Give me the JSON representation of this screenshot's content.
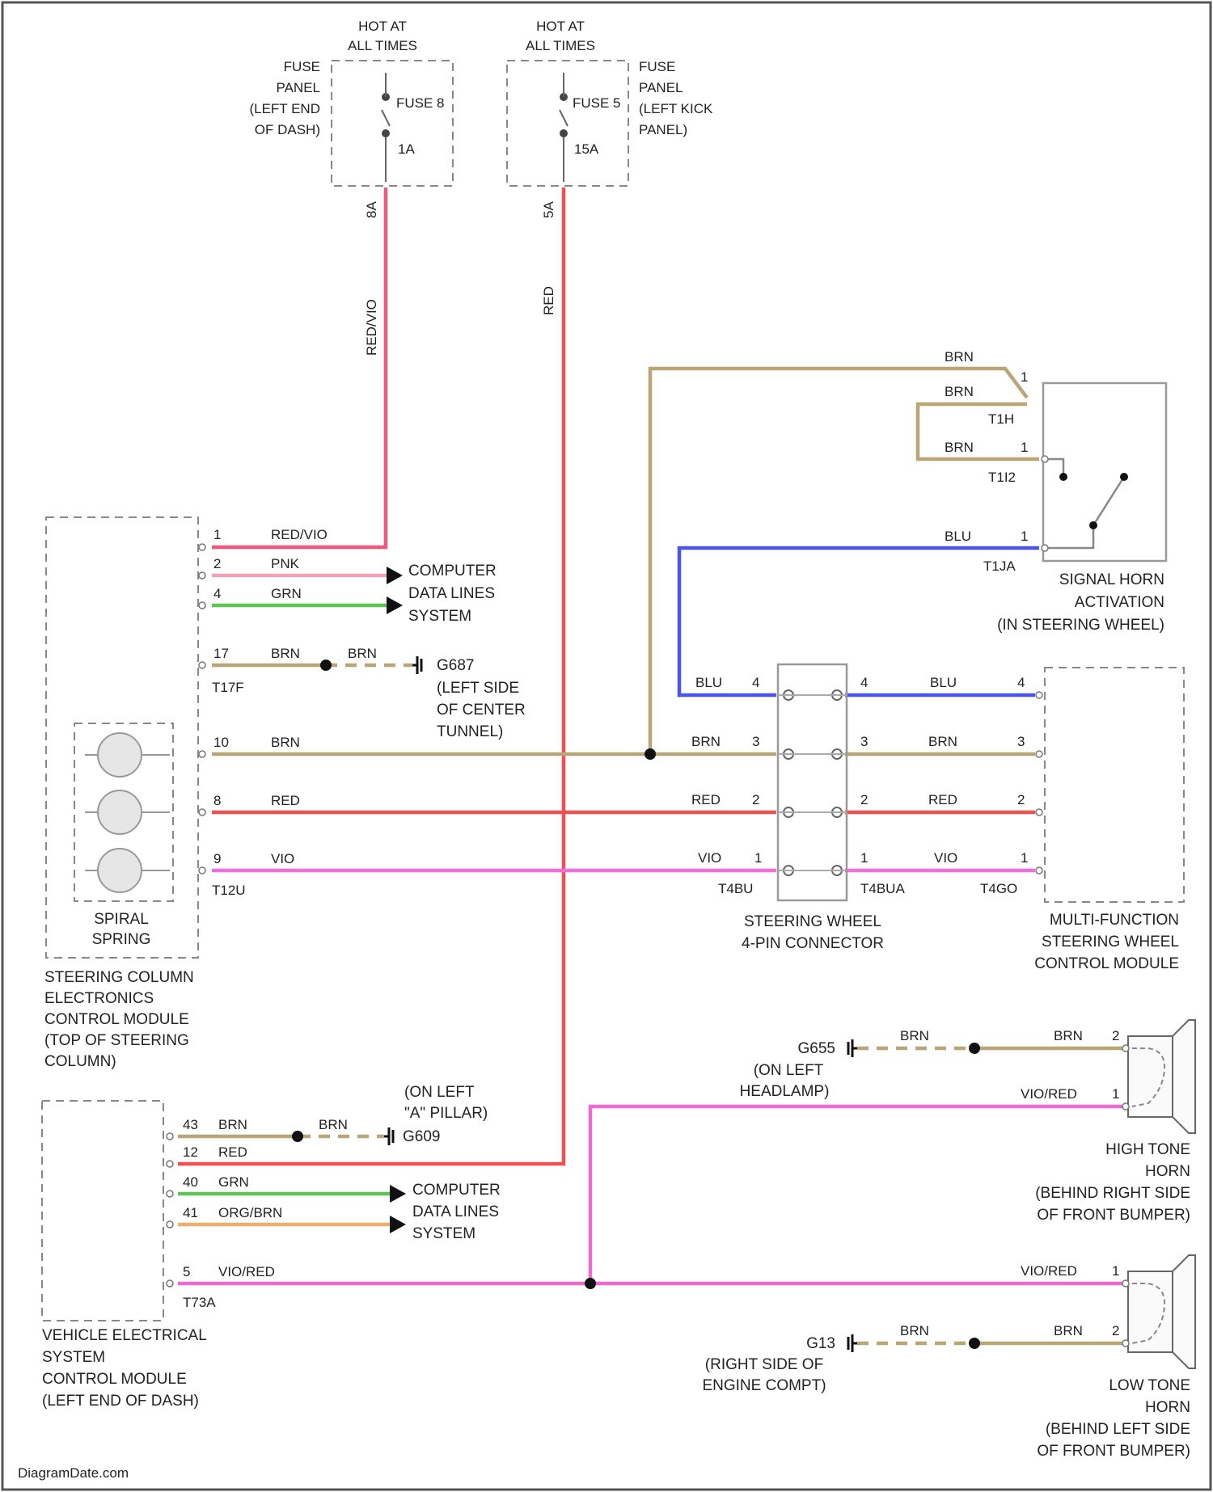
{
  "colors": {
    "red_vio": "#f2577e",
    "red": "#f25050",
    "pnk": "#f4a0b8",
    "grn": "#5cc650",
    "brn": "#b9a676",
    "blu": "#4a55e8",
    "vio": "#ef6fdc",
    "vio_red": "#ef69cf",
    "org_brn": "#f0ae6e",
    "frame": "#555555"
  },
  "fuse_a": {
    "hot": [
      "HOT AT",
      "ALL TIMES"
    ],
    "panel": [
      "FUSE",
      "PANEL",
      "(LEFT END",
      "OF DASH)"
    ],
    "name": "FUSE 8",
    "rating": "1A",
    "wire_pin": "8A",
    "wire_color": "RED/VIO"
  },
  "fuse_b": {
    "hot": [
      "HOT AT",
      "ALL TIMES"
    ],
    "panel": [
      "FUSE",
      "PANEL",
      "(LEFT KICK",
      "PANEL)"
    ],
    "name": "FUSE 5",
    "rating": "15A",
    "wire_pin": "5A",
    "wire_color": "RED"
  },
  "sccm": {
    "label": [
      "STEERING COLUMN",
      "ELECTRONICS",
      "CONTROL MODULE",
      "(TOP OF STEERING",
      "COLUMN)"
    ],
    "spiral_label": [
      "SPIRAL",
      "SPRING"
    ],
    "conn_top": "T17F",
    "conn_bottom": "T12U",
    "pins": [
      {
        "pin": "1",
        "color": "RED/VIO"
      },
      {
        "pin": "2",
        "color": "PNK"
      },
      {
        "pin": "4",
        "color": "GRN"
      },
      {
        "pin": "17",
        "color": "BRN"
      },
      {
        "pin": "10",
        "color": "BRN"
      },
      {
        "pin": "8",
        "color": "RED"
      },
      {
        "pin": "9",
        "color": "VIO"
      }
    ],
    "g_brn2": "BRN",
    "ground": "G687",
    "ground_loc": [
      "(LEFT SIDE",
      "OF CENTER",
      "TUNNEL)"
    ],
    "data_lines": [
      "COMPUTER",
      "DATA LINES",
      "SYSTEM"
    ]
  },
  "horn_switch": {
    "label": [
      "SIGNAL HORN",
      "ACTIVATION",
      "(IN STEERING WHEEL)"
    ],
    "wires": [
      {
        "color": "BRN",
        "pin": "1",
        "conn": "T1H"
      },
      {
        "color": "BRN",
        "pin": "",
        "conn": ""
      },
      {
        "color": "BRN",
        "pin": "1",
        "conn": "T1I2"
      },
      {
        "color": "BLU",
        "pin": "1",
        "conn": "T1JA"
      }
    ]
  },
  "sw_connector": {
    "label": [
      "STEERING WHEEL",
      "4-PIN CONNECTOR"
    ],
    "conn_left": "T4BU",
    "conn_right": "T4BUA",
    "rows": [
      {
        "left_color": "BLU",
        "left_pin": "4",
        "right_pin": "4",
        "right_color": "BLU",
        "mfsw_pin": "4"
      },
      {
        "left_color": "BRN",
        "left_pin": "3",
        "right_pin": "3",
        "right_color": "BRN",
        "mfsw_pin": "3"
      },
      {
        "left_color": "RED",
        "left_pin": "2",
        "right_pin": "2",
        "right_color": "RED",
        "mfsw_pin": "2"
      },
      {
        "left_color": "VIO",
        "left_pin": "1",
        "right_pin": "1",
        "right_color": "VIO",
        "mfsw_pin": "1"
      }
    ]
  },
  "mfsw": {
    "label": [
      "MULTI-FUNCTION",
      "STEERING WHEEL",
      "CONTROL MODULE"
    ],
    "conn": "T4GO"
  },
  "vesc": {
    "label": [
      "VEHICLE ELECTRICAL",
      "SYSTEM",
      "CONTROL MODULE",
      "(LEFT END OF DASH)"
    ],
    "conn": "T73A",
    "pins": [
      {
        "pin": "43",
        "color": "BRN"
      },
      {
        "pin": "12",
        "color": "RED"
      },
      {
        "pin": "40",
        "color": "GRN"
      },
      {
        "pin": "41",
        "color": "ORG/BRN"
      },
      {
        "pin": "5",
        "color": "VIO/RED"
      }
    ],
    "g_brn2": "BRN",
    "ground": "G609",
    "ground_loc": [
      "(ON LEFT",
      "\"A\" PILLAR)"
    ],
    "data_lines": [
      "COMPUTER",
      "DATA LINES",
      "SYSTEM"
    ]
  },
  "high_horn": {
    "label": [
      "HIGH TONE",
      "HORN",
      "(BEHIND RIGHT SIDE",
      "OF FRONT BUMPER)"
    ],
    "ground": "G655",
    "ground_loc": [
      "(ON LEFT",
      "HEADLAMP)"
    ],
    "g_brn1": "BRN",
    "g_brn2": "BRN",
    "g_pin": "2",
    "feed_color": "VIO/RED",
    "feed_pin": "1"
  },
  "low_horn": {
    "label": [
      "LOW TONE",
      "HORN",
      "(BEHIND LEFT SIDE",
      "OF FRONT BUMPER)"
    ],
    "ground": "G13",
    "ground_loc": [
      "(RIGHT SIDE OF",
      "ENGINE COMPT)"
    ],
    "g_brn1": "BRN",
    "g_brn2": "BRN",
    "g_pin": "2",
    "feed_color": "VIO/RED",
    "feed_pin": "1"
  },
  "footer": "DiagramDate.com"
}
